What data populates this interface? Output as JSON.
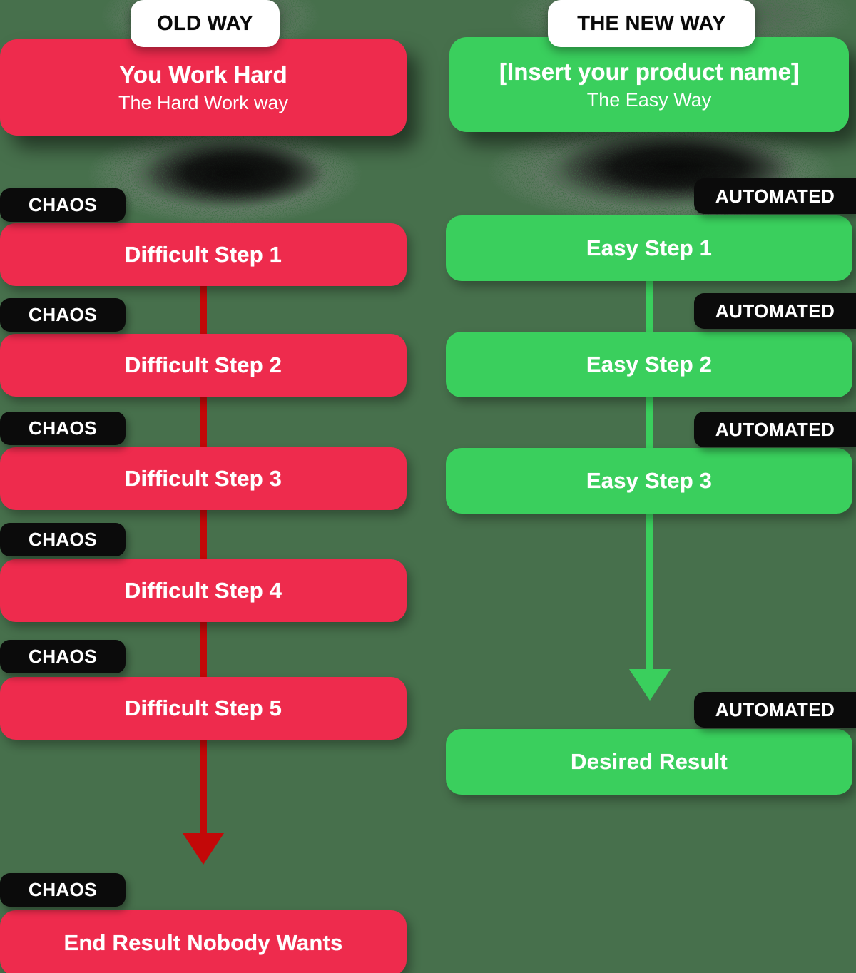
{
  "old_way": {
    "pill_label": "OLD WAY",
    "header_title": "You Work Hard",
    "header_subtitle": "The Hard Work way",
    "tag_label": "CHAOS",
    "steps": [
      "Difficult Step 1",
      "Difficult Step 2",
      "Difficult Step 3",
      "Difficult Step 4",
      "Difficult Step 5"
    ],
    "result_label": "End Result Nobody Wants"
  },
  "new_way": {
    "pill_label": "THE NEW WAY",
    "header_title": "[Insert your product name]",
    "header_subtitle": "The Easy Way",
    "tag_label": "AUTOMATED",
    "steps": [
      "Easy Step 1",
      "Easy Step 2",
      "Easy Step 3"
    ],
    "result_label": "Desired Result"
  },
  "colors": {
    "background": "#47704C",
    "old_box": "#EE2B4D",
    "old_arrow": "#C30808",
    "new_box": "#3ACF5D",
    "new_arrow": "#3ACF5D",
    "tag_bg": "#0B0B0B",
    "pill_bg": "#FFFFFF",
    "text_light": "#FFFFFF",
    "text_dark": "#0A0A0A"
  }
}
